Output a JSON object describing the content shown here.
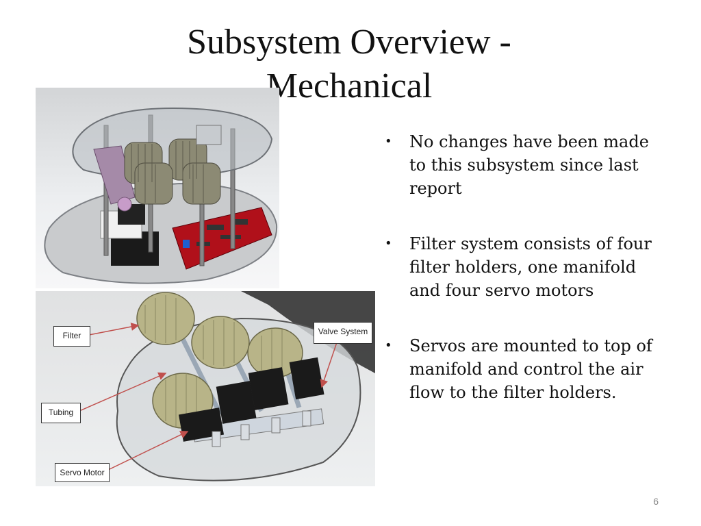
{
  "slide": {
    "title": "Subsystem Overview - Mechanical",
    "bullets": [
      "No changes have been made to this subsystem since last report",
      "Filter system consists of four filter holders, one manifold and four servo motors",
      "Servos are mounted to top of manifold and control the air flow to the filter holders."
    ],
    "slide_number": "6"
  },
  "diagram": {
    "callouts": {
      "filter": "Filter",
      "tubing": "Tubing",
      "servo_motor": "Servo Motor",
      "valve_system": "Valve System"
    }
  },
  "colors": {
    "arrow": "#c0504d",
    "pcb_red": "#b0101a",
    "filter_olive": "#b8b488",
    "servo_black": "#1a1a1a"
  }
}
